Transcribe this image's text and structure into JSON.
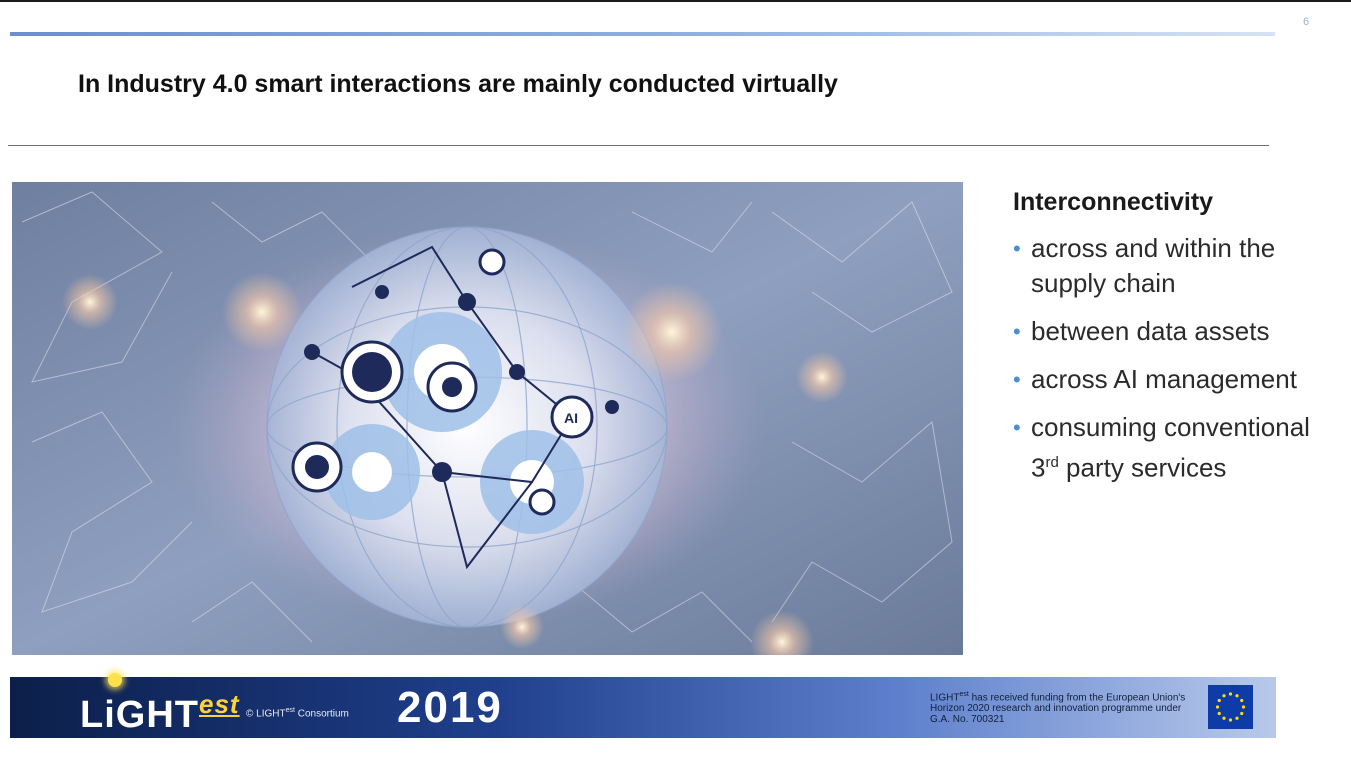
{
  "slide": {
    "page_number": "6",
    "title": "In Industry 4.0 smart interactions are mainly conducted virtually"
  },
  "hero_image": {
    "icon": "network-globe-illustration",
    "overlay_labels": [
      "AI"
    ]
  },
  "sidebar": {
    "heading": "Interconnectivity",
    "bullets": [
      {
        "text": "across and within the supply chain"
      },
      {
        "text": "between data assets"
      },
      {
        "text": "across AI management"
      },
      {
        "text": "consuming conventional 3",
        "sup": "rd",
        "suffix": " party services"
      }
    ]
  },
  "footer": {
    "logo_main": "LiGHT",
    "logo_sup": "est",
    "copyright_prefix": "© LIGHT",
    "copyright_sup": "est",
    "copyright_suffix": " Consortium",
    "year": "2019",
    "funding_prefix": "LIGHT",
    "funding_sup": "est",
    "funding_text": "has received funding from the European Union's Horizon 2020 research and innovation programme under G.A. No. 700321",
    "eu_flag_icon": "eu-flag-icon",
    "colors": {
      "dark": "#0c1f4a",
      "mid": "#1f3f8c",
      "light": "#b8c9ea",
      "accent": "#ffd23a"
    }
  }
}
